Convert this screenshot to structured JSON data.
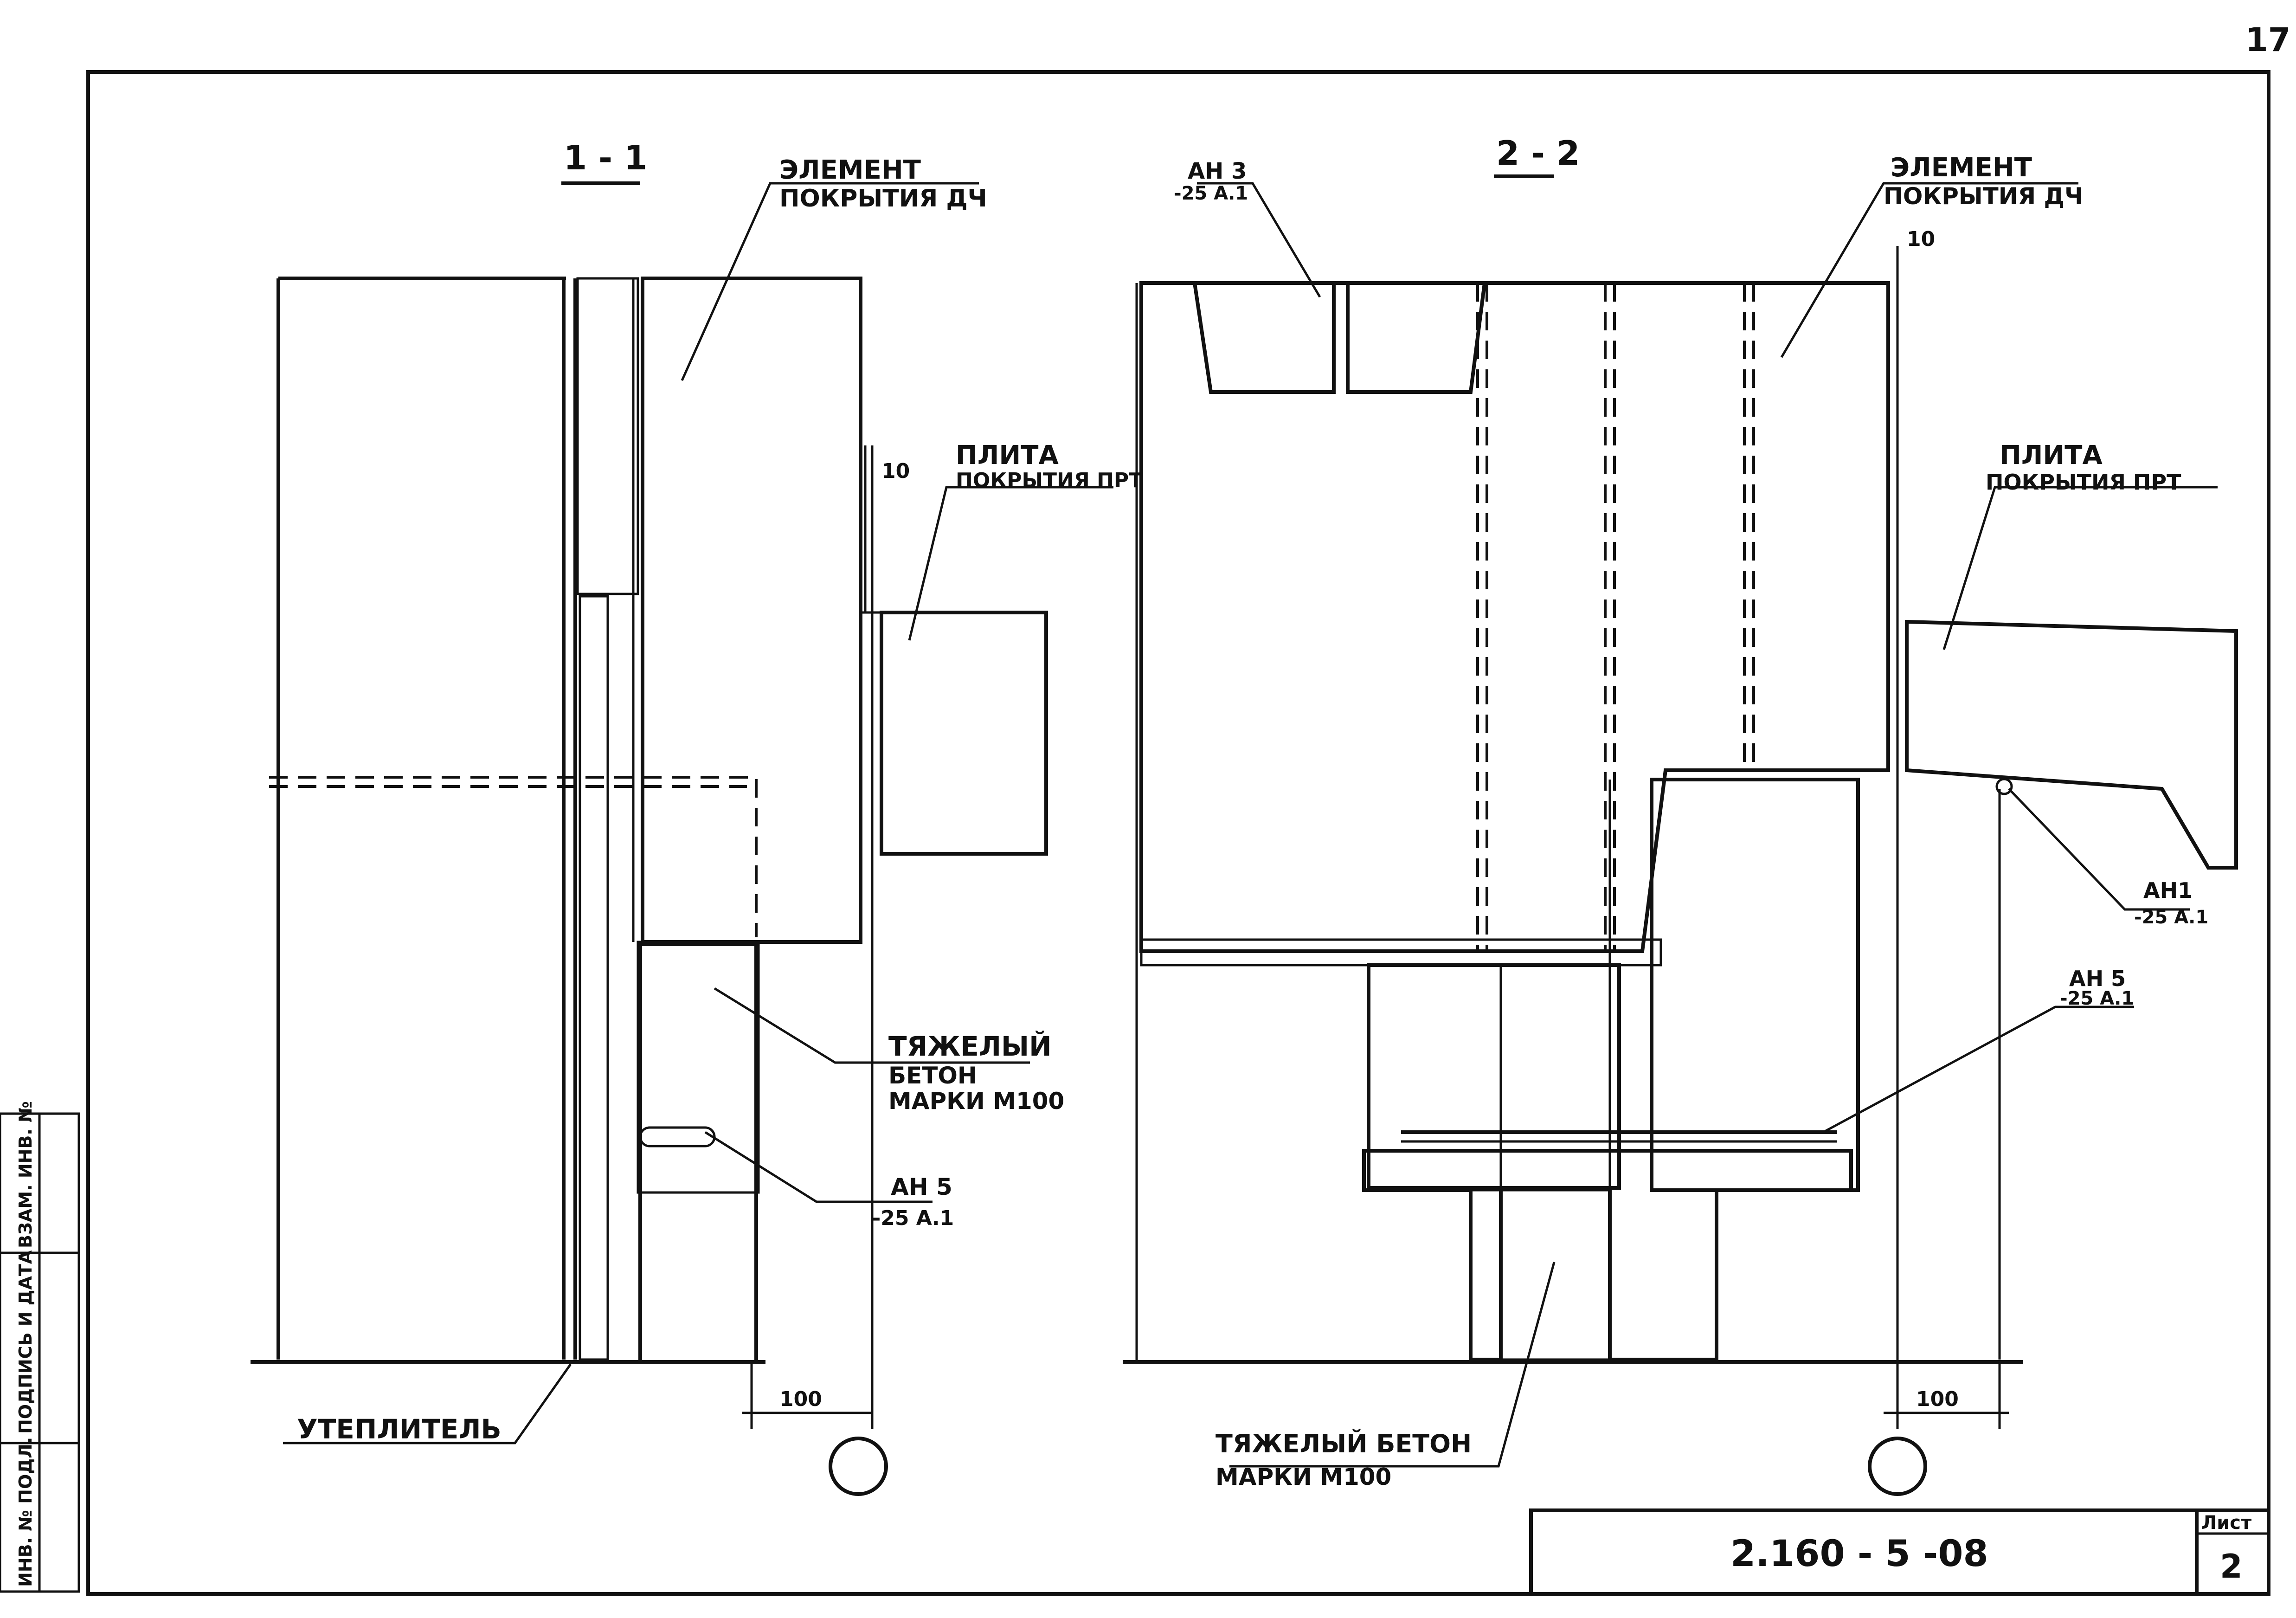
{
  "sheet": {
    "page_number": "17",
    "doc_code": "2.160 - 5 -08",
    "sheet_label": "Лист",
    "sheet_number": "2",
    "stamp_columns": [
      "ИНВ. № ПОДЛ.",
      "ПОДПИСЬ И ДАТА",
      "ВЗАМ. ИНВ. №"
    ]
  },
  "section_1": {
    "title": "1 - 1",
    "element_label": [
      "ЭЛЕМЕНТ",
      "ПОКРЫТИЯ ДЧ"
    ],
    "plate_label": [
      "ПЛИТА",
      "ПОКРЫТИЯ ПРТ"
    ],
    "gap_dim": "10",
    "concrete_label": [
      "ТЯЖЕЛЫЙ",
      "БЕТОН",
      "МАРКИ М100"
    ],
    "anchor_label": [
      "АН 5",
      "-25 А.1"
    ],
    "insulation_label": "УТЕПЛИТЕЛЬ",
    "dim_100": "100"
  },
  "section_2": {
    "title": "2 - 2",
    "anchor3_label": [
      "АН 3",
      "-25 А.1"
    ],
    "element_label": [
      "ЭЛЕМЕНТ",
      "ПОКРЫТИЯ ДЧ"
    ],
    "gap_dim": "10",
    "plate_label": [
      "ПЛИТА",
      "ПОКРЫТИЯ ПРТ"
    ],
    "anchor1_label": [
      "АН1",
      "-25 А.1"
    ],
    "anchor5_label": [
      "АН 5",
      "-25 А.1"
    ],
    "concrete_label": [
      "ТЯЖЕЛЫЙ БЕТОН",
      "МАРКИ М100"
    ],
    "dim_100": "100"
  }
}
